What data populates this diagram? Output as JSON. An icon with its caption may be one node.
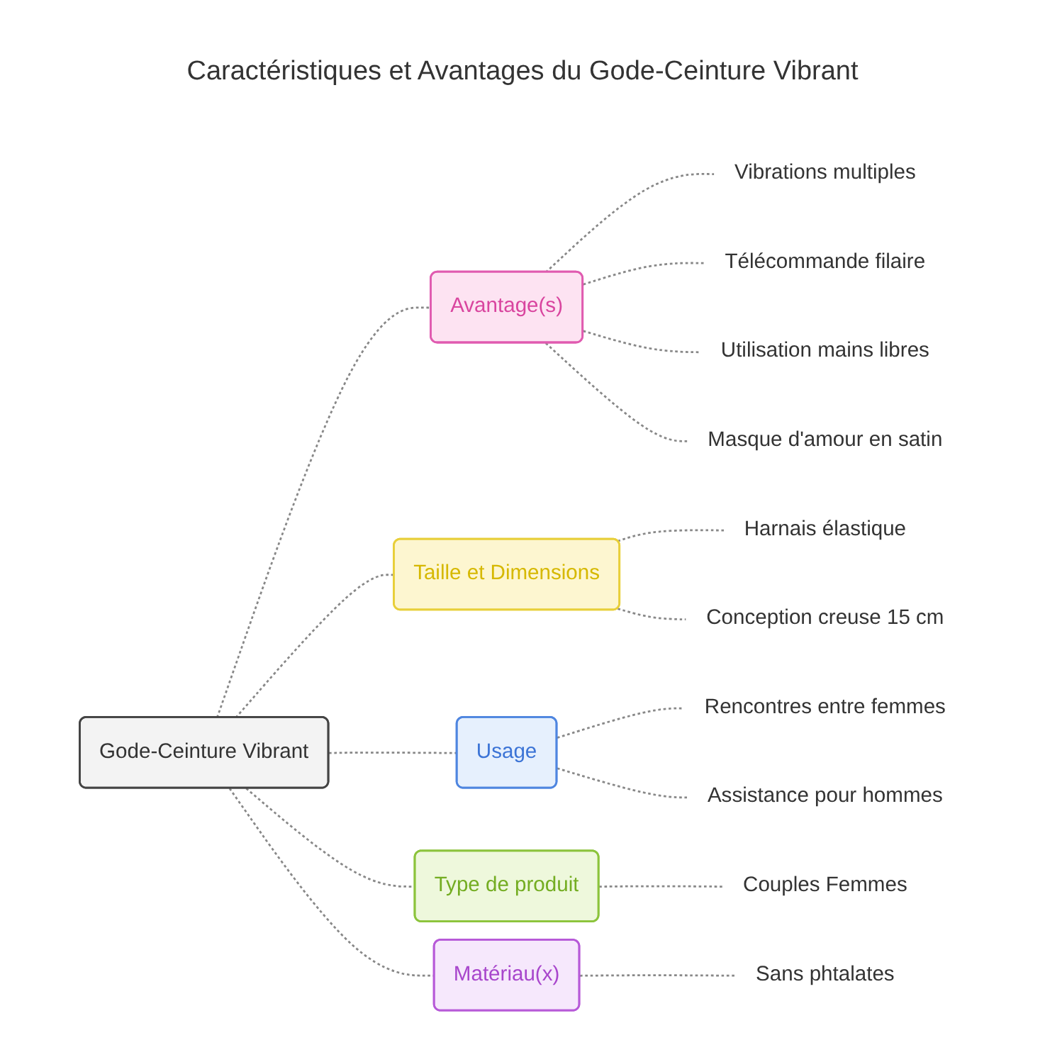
{
  "diagram": {
    "title": "Caractéristiques et Avantages du Gode-Ceinture Vibrant",
    "nodes": [
      {
        "text": [
          "Gode-Ceinture Vibrant"
        ]
      },
      {
        "text": [
          "Avantage(s)"
        ]
      },
      {
        "text": [
          "Vibrations multiples"
        ]
      },
      {
        "text": [
          "Télécommande filaire"
        ]
      },
      {
        "text": [
          "Utilisation mains libres"
        ]
      },
      {
        "text": [
          "Masque d'amour en satin"
        ]
      },
      {
        "text": [
          "Taille et Dimensions"
        ]
      },
      {
        "text": [
          "Harnais élastique"
        ]
      },
      {
        "text": [
          "Conception creuse 15 cm"
        ]
      },
      {
        "text": [
          "Usage"
        ]
      },
      {
        "text": [
          "Rencontres entre femmes"
        ]
      },
      {
        "text": [
          "Assistance pour hommes"
        ]
      },
      {
        "text": [
          "Type de produit"
        ]
      },
      {
        "text": [
          "Couples Femmes"
        ]
      },
      {
        "text": [
          "Matériau(x)"
        ]
      },
      {
        "text": [
          "Sans phtalates"
        ]
      }
    ],
    "edges": [
      {
        "from": 0,
        "to": 1,
        "arrow": "none",
        "style": "dashed"
      },
      {
        "from": 1,
        "to": 2,
        "arrow": "none",
        "style": "dashed"
      },
      {
        "from": 1,
        "to": 3,
        "arrow": "none",
        "style": "dashed"
      },
      {
        "from": 1,
        "to": 4,
        "arrow": "none",
        "style": "dashed"
      },
      {
        "from": 1,
        "to": 5,
        "arrow": "none",
        "style": "dashed"
      },
      {
        "from": 0,
        "to": 6,
        "arrow": "none",
        "style": "dashed"
      },
      {
        "from": 6,
        "to": 7,
        "arrow": "none",
        "style": "dashed"
      },
      {
        "from": 6,
        "to": 8,
        "arrow": "none",
        "style": "dashed"
      },
      {
        "from": 0,
        "to": 9,
        "arrow": "none",
        "style": "dashed"
      },
      {
        "from": 9,
        "to": 10,
        "arrow": "none",
        "style": "dashed"
      },
      {
        "from": 9,
        "to": 11,
        "arrow": "none",
        "style": "dashed"
      },
      {
        "from": 0,
        "to": 12,
        "arrow": "none",
        "style": "dashed"
      },
      {
        "from": 12,
        "to": 13,
        "arrow": "none",
        "style": "dashed"
      },
      {
        "from": 0,
        "to": 14,
        "arrow": "none",
        "style": "dashed"
      },
      {
        "from": 14,
        "to": 15,
        "arrow": "none",
        "style": "dashed"
      }
    ]
  }
}
